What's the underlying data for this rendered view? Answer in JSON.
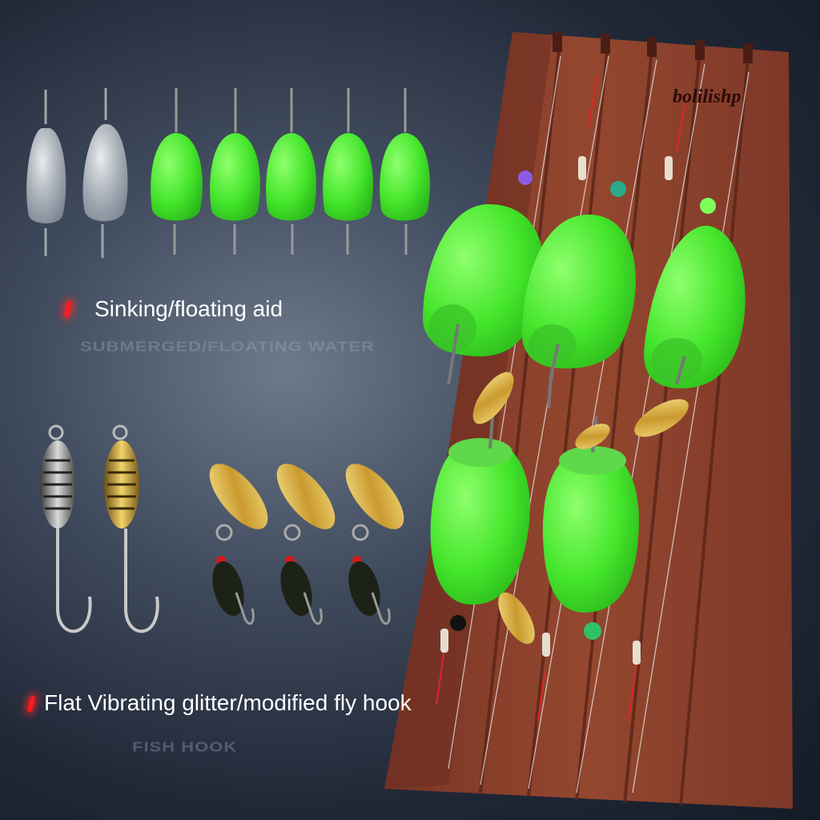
{
  "brand": "bolilishp",
  "section1": {
    "title": "Sinking/floating aid",
    "subtitle": "SUBMERGED/FLOATING WATER"
  },
  "section2": {
    "title": "Flat Vibrating glitter/modified fly hook",
    "subtitle": "FISH HOOK"
  },
  "colors": {
    "float_green": "#4cf03a",
    "foam_board": "#8a3f2e",
    "accent_red": "#ff1a1a",
    "gold": "#d8b84a"
  }
}
